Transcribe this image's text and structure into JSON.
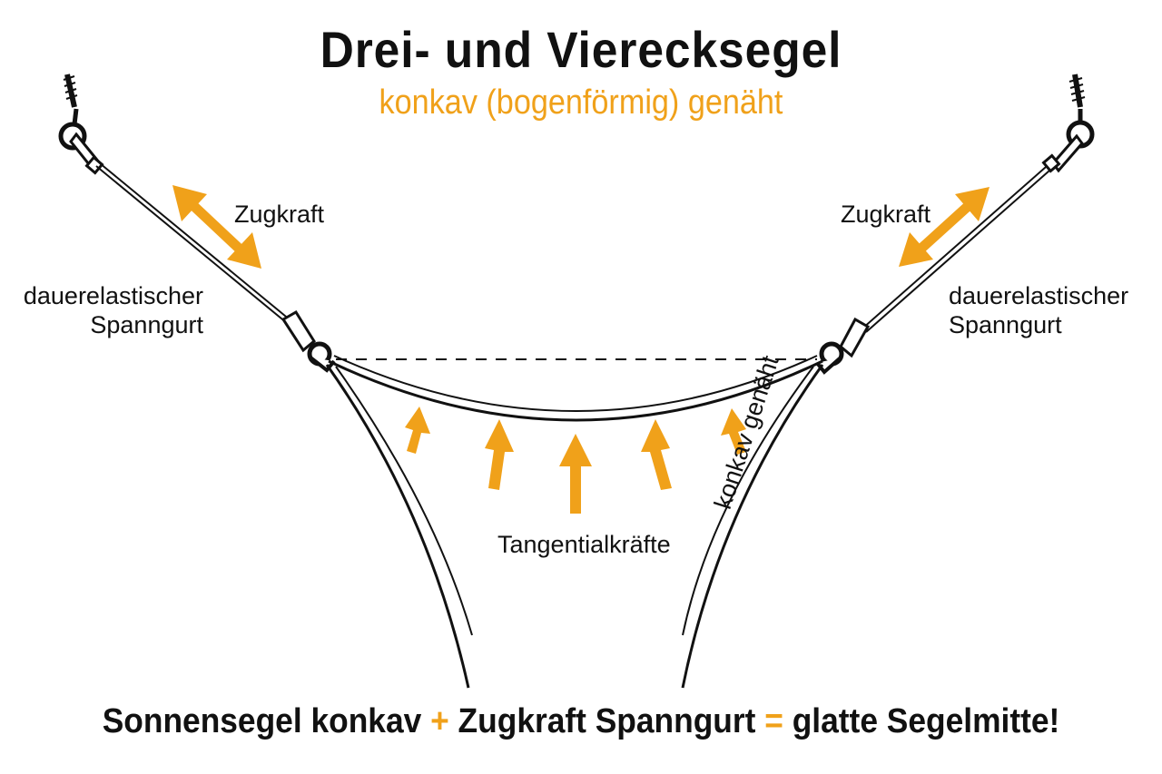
{
  "header": {
    "title": "Drei- und Vierecksegel",
    "subtitle": "konkav (bogenförmig) genäht"
  },
  "labels": {
    "zugkraft_left": "Zugkraft",
    "zugkraft_right": "Zugkraft",
    "dauerelastisch_left_line1": "dauerelastischer",
    "dauerelastisch_left_line2": "Spanngurt",
    "dauerelastisch_right_line1": "dauerelastischer",
    "dauerelastisch_right_line2": "Spanngurt",
    "tangential": "Tangentialkräfte",
    "konkav_genaeht": "konkav genäht"
  },
  "formula": {
    "part1": "Sonnensegel konkav",
    "op1": "+",
    "part2": "Zugkraft Spanngurt",
    "op2": "=",
    "part3": "glatte Segelmitte!"
  },
  "colors": {
    "accent": "#f0a11a",
    "line": "#111111"
  }
}
